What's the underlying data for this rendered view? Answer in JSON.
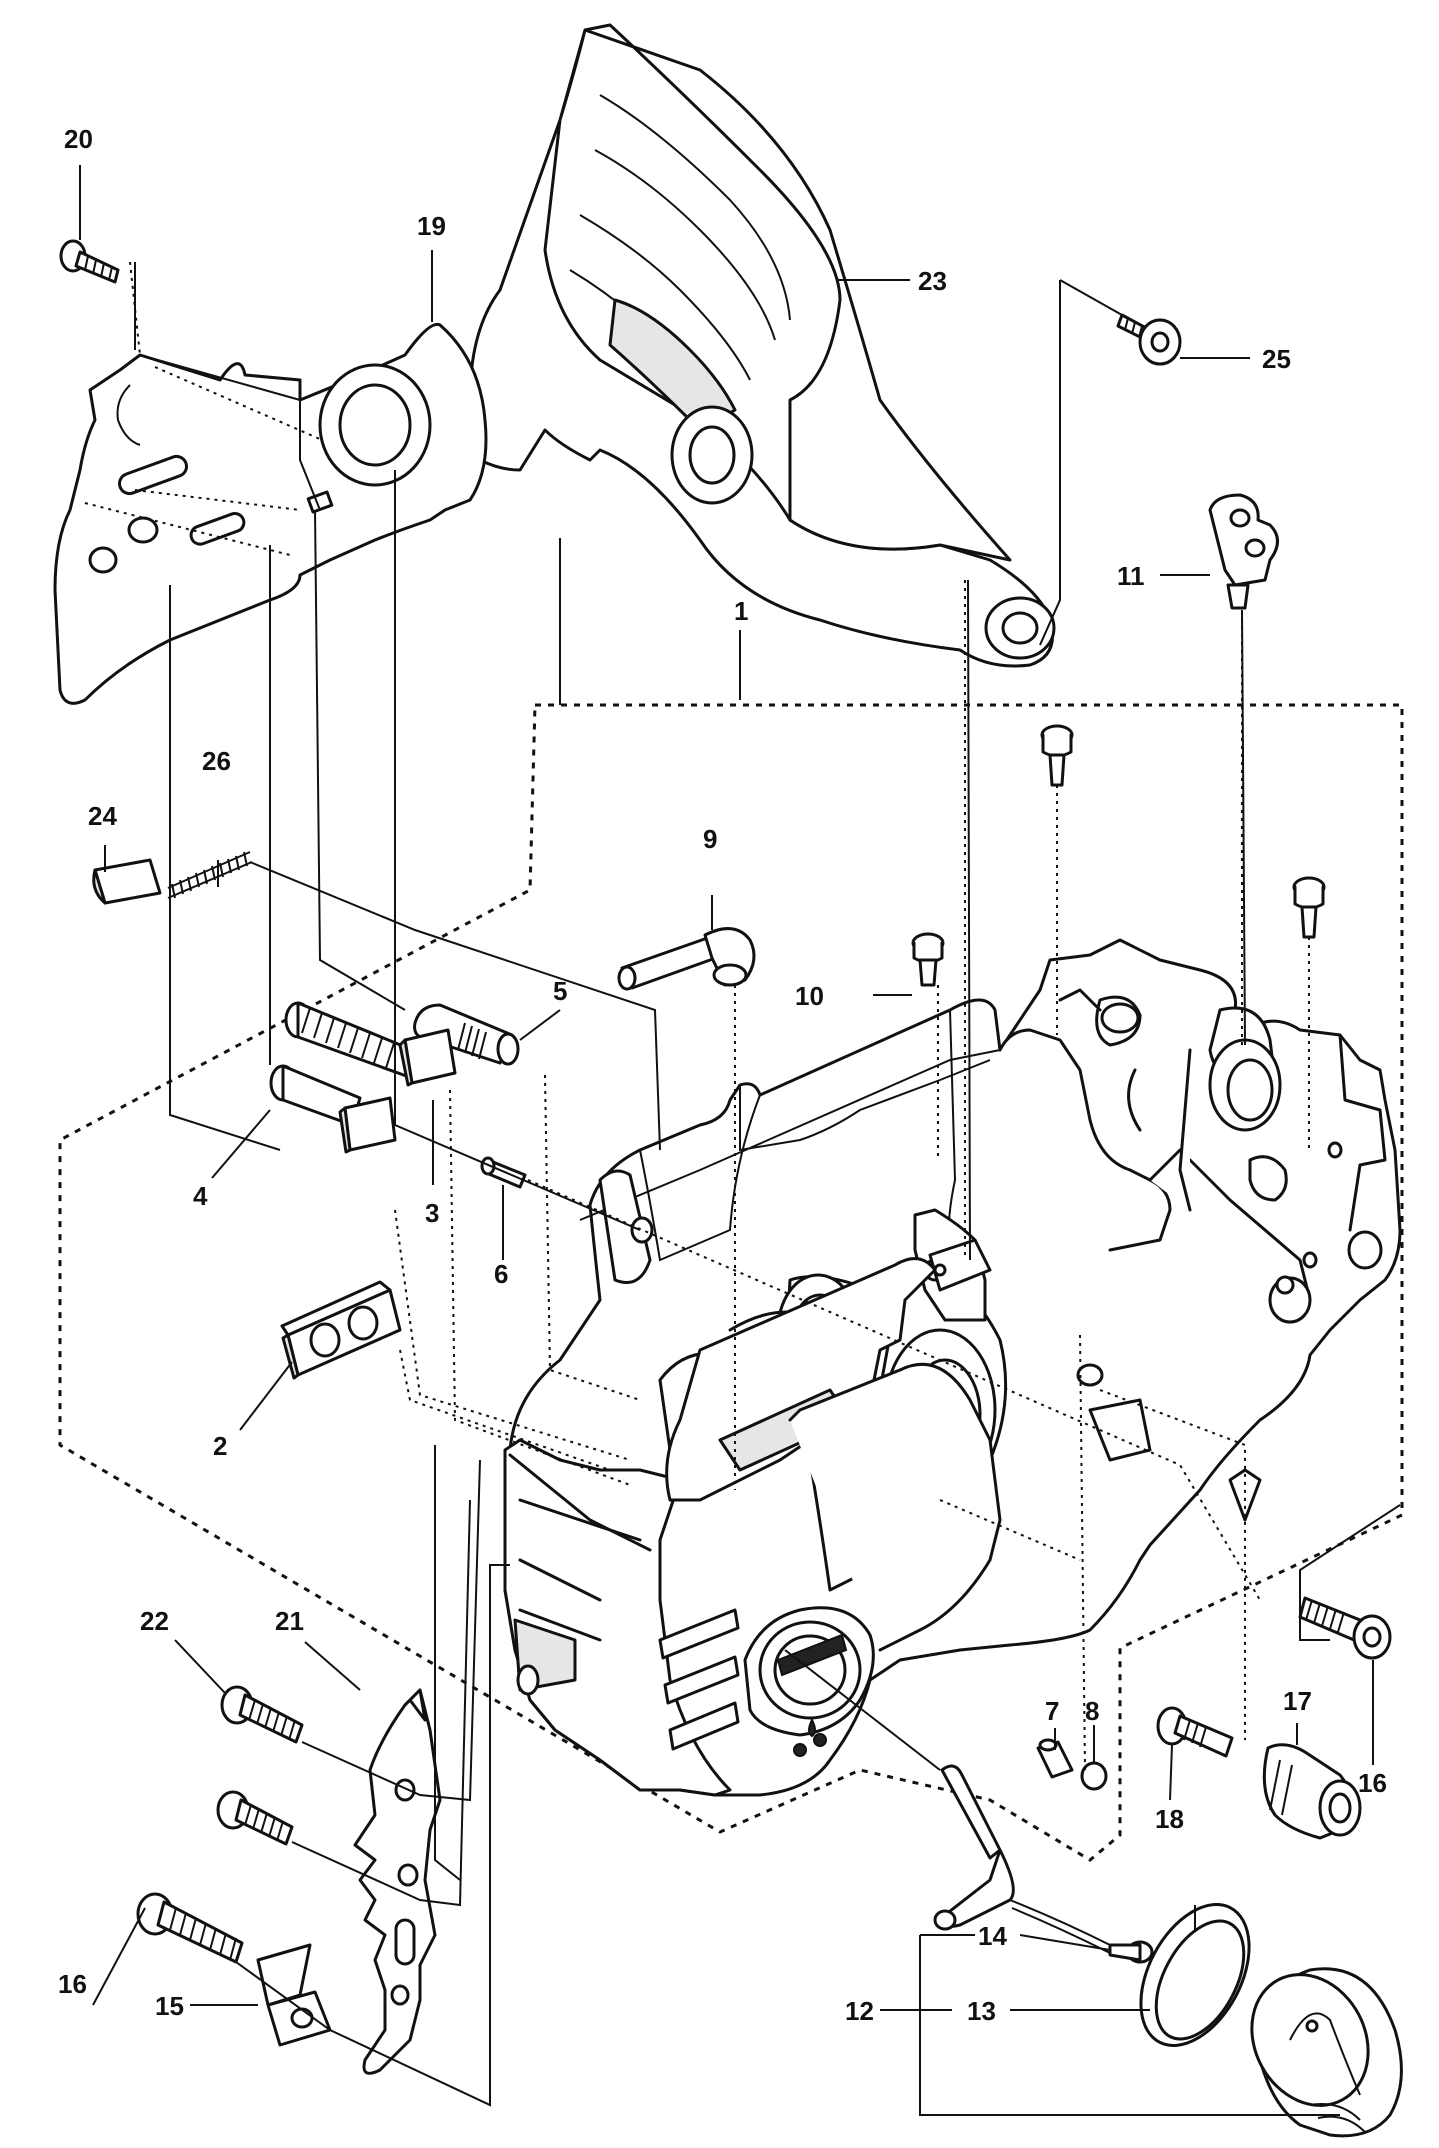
{
  "labels": {
    "l1": "1",
    "l2": "2",
    "l3": "3",
    "l4": "4",
    "l5": "5",
    "l6": "6",
    "l7": "7",
    "l8": "8",
    "l9": "9",
    "l10": "10",
    "l11": "11",
    "l12": "12",
    "l13": "13",
    "l14": "14",
    "l15": "15",
    "l16a": "16",
    "l16b": "16",
    "l17": "17",
    "l18": "18",
    "l19": "19",
    "l20": "20",
    "l21": "21",
    "l22": "22",
    "l23": "23",
    "l24": "24",
    "l25": "25",
    "l26": "26"
  },
  "colors": {
    "line": "#111111",
    "background": "#ffffff",
    "shade": "#e6e6e6"
  }
}
